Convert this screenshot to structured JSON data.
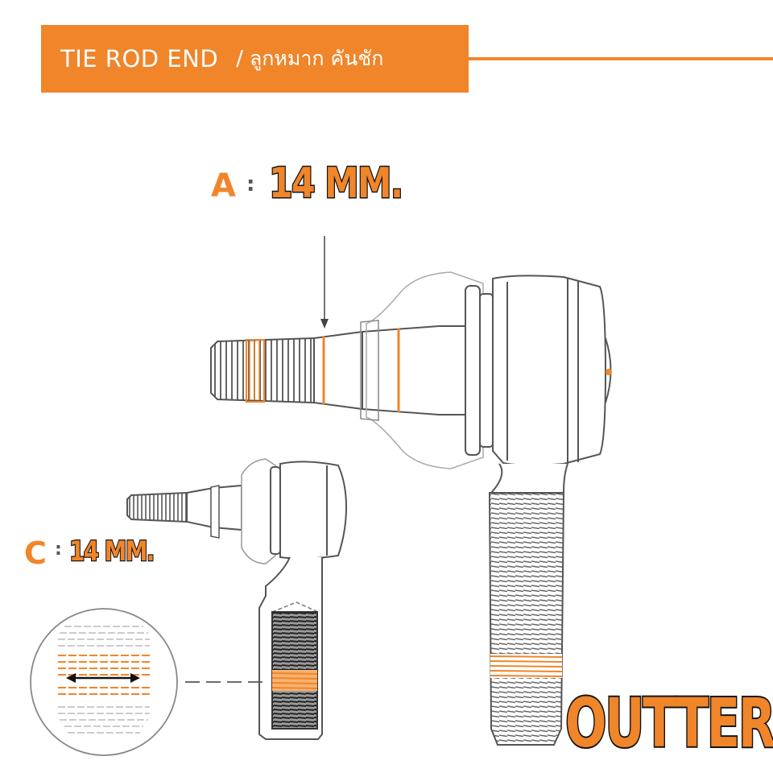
{
  "header": {
    "title": "TIE ROD END",
    "separator": "/",
    "subtitle_thai": "ลูกหมาก คันชัก"
  },
  "labels": {
    "a": {
      "letter": "A",
      "colon": ":",
      "value": "14 MM."
    },
    "c": {
      "letter": "C",
      "colon": ":",
      "value": "14 MM."
    },
    "position": "OUTTER"
  },
  "colors": {
    "accent": "#f0852a",
    "outline": "#555555",
    "thread": "#6a6a6a",
    "text_outline": "#151515"
  }
}
